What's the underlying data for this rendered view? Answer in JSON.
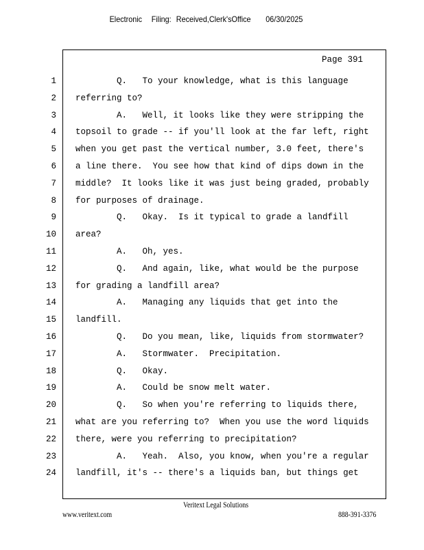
{
  "stamp": {
    "label1": "Electronic",
    "label2": "Filing:",
    "label3": "Received,Clerk'sOffice",
    "date": "06/30/2025"
  },
  "page_label": "Page 391",
  "lines": [
    {
      "num": "1",
      "text": "        Q.   To your knowledge, what is this language"
    },
    {
      "num": "2",
      "text": "referring to?"
    },
    {
      "num": "3",
      "text": "        A.   Well, it looks like they were stripping the"
    },
    {
      "num": "4",
      "text": "topsoil to grade -- if you'll look at the far left, right"
    },
    {
      "num": "5",
      "text": "when you get past the vertical number, 3.0 feet, there's"
    },
    {
      "num": "6",
      "text": "a line there.  You see how that kind of dips down in the"
    },
    {
      "num": "7",
      "text": "middle?  It looks like it was just being graded, probably"
    },
    {
      "num": "8",
      "text": "for purposes of drainage."
    },
    {
      "num": "9",
      "text": "        Q.   Okay.  Is it typical to grade a landfill"
    },
    {
      "num": "10",
      "text": "area?"
    },
    {
      "num": "11",
      "text": "        A.   Oh, yes."
    },
    {
      "num": "12",
      "text": "        Q.   And again, like, what would be the purpose"
    },
    {
      "num": "13",
      "text": "for grading a landfill area?"
    },
    {
      "num": "14",
      "text": "        A.   Managing any liquids that get into the"
    },
    {
      "num": "15",
      "text": "landfill."
    },
    {
      "num": "16",
      "text": "        Q.   Do you mean, like, liquids from stormwater?"
    },
    {
      "num": "17",
      "text": "        A.   Stormwater.  Precipitation."
    },
    {
      "num": "18",
      "text": "        Q.   Okay."
    },
    {
      "num": "19",
      "text": "        A.   Could be snow melt water."
    },
    {
      "num": "20",
      "text": "        Q.   So when you're referring to liquids there,"
    },
    {
      "num": "21",
      "text": "what are you referring to?  When you use the word liquids"
    },
    {
      "num": "22",
      "text": "there, were you referring to precipitation?"
    },
    {
      "num": "23",
      "text": "        A.   Yeah.  Also, you know, when you're a regular"
    },
    {
      "num": "24",
      "text": "landfill, it's -- there's a liquids ban, but things get"
    }
  ],
  "footer": {
    "company": "Veritext   Legal   Solutions",
    "website": "www.veritext.com",
    "phone": "888-391-3376"
  }
}
